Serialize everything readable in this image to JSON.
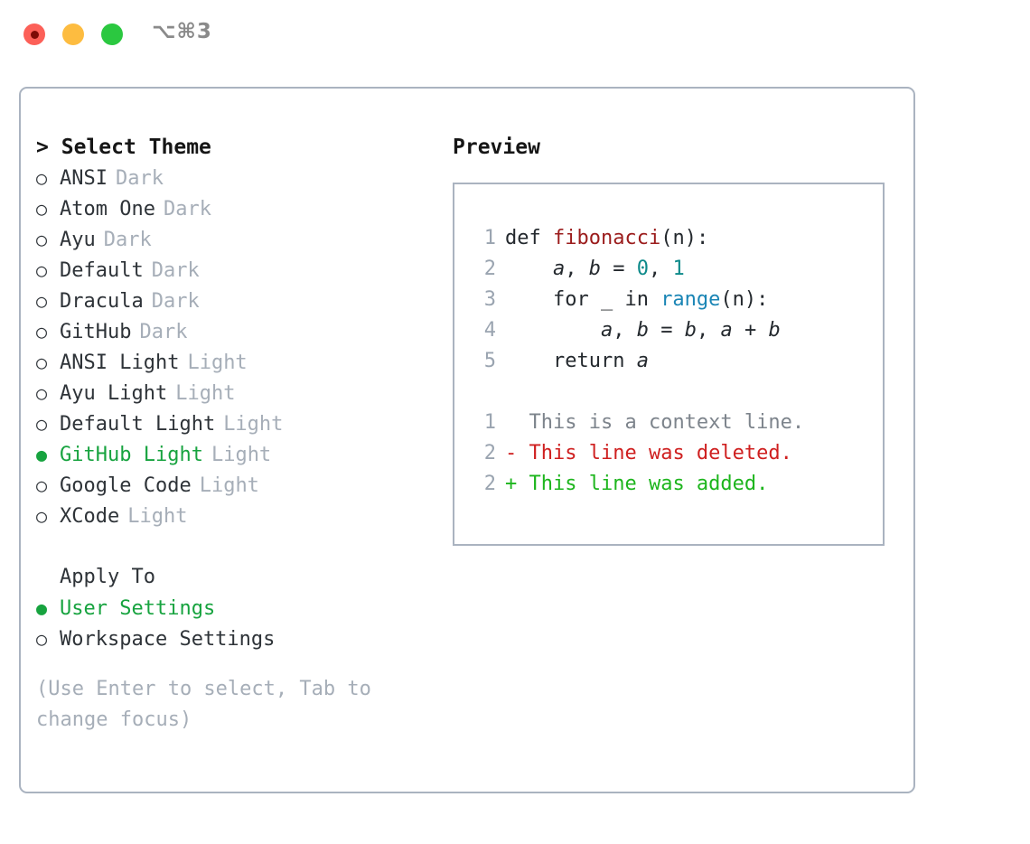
{
  "titlebar": {
    "shortcut": "⌥⌘3",
    "buttons": [
      {
        "name": "close",
        "color": "#fc6058"
      },
      {
        "name": "minimize",
        "color": "#fdbc40"
      },
      {
        "name": "zoom",
        "color": "#2bc840"
      }
    ]
  },
  "theme_panel": {
    "heading": "Select Theme",
    "caret": ">",
    "bullet_unselected": "○",
    "bullet_selected": "●",
    "accent_color": "#17a33f",
    "muted_color": "#a6aeb8",
    "items": [
      {
        "label": "ANSI",
        "kind": "Dark",
        "selected": false
      },
      {
        "label": "Atom One",
        "kind": "Dark",
        "selected": false
      },
      {
        "label": "Ayu",
        "kind": "Dark",
        "selected": false
      },
      {
        "label": "Default",
        "kind": "Dark",
        "selected": false
      },
      {
        "label": "Dracula",
        "kind": "Dark",
        "selected": false
      },
      {
        "label": "GitHub",
        "kind": "Dark",
        "selected": false
      },
      {
        "label": "ANSI Light",
        "kind": "Light",
        "selected": false
      },
      {
        "label": "Ayu Light",
        "kind": "Light",
        "selected": false
      },
      {
        "label": "Default Light",
        "kind": "Light",
        "selected": false
      },
      {
        "label": "GitHub Light",
        "kind": "Light",
        "selected": true
      },
      {
        "label": "Google Code",
        "kind": "Light",
        "selected": false
      },
      {
        "label": "XCode",
        "kind": "Light",
        "selected": false
      }
    ]
  },
  "apply_to": {
    "heading": "Apply To",
    "items": [
      {
        "label": "User Settings",
        "selected": true
      },
      {
        "label": "Workspace Settings",
        "selected": false
      }
    ]
  },
  "hint": "(Use Enter to select, Tab to change focus)",
  "preview": {
    "title": "Preview",
    "code_lines": [
      {
        "number": "1",
        "tokens": [
          {
            "text": "def ",
            "type": "plain"
          },
          {
            "text": "fibonacci",
            "type": "function"
          },
          {
            "text": "(n):",
            "type": "plain"
          }
        ]
      },
      {
        "number": "2",
        "tokens": [
          {
            "text": "    ",
            "type": "plain"
          },
          {
            "text": "a",
            "type": "var"
          },
          {
            "text": ", ",
            "type": "plain"
          },
          {
            "text": "b",
            "type": "var"
          },
          {
            "text": " = ",
            "type": "plain"
          },
          {
            "text": "0",
            "type": "number"
          },
          {
            "text": ", ",
            "type": "plain"
          },
          {
            "text": "1",
            "type": "number"
          }
        ]
      },
      {
        "number": "3",
        "tokens": [
          {
            "text": "    for _ in ",
            "type": "plain"
          },
          {
            "text": "range",
            "type": "builtin"
          },
          {
            "text": "(n):",
            "type": "plain"
          }
        ]
      },
      {
        "number": "4",
        "tokens": [
          {
            "text": "        ",
            "type": "plain"
          },
          {
            "text": "a",
            "type": "var"
          },
          {
            "text": ", ",
            "type": "plain"
          },
          {
            "text": "b",
            "type": "var"
          },
          {
            "text": " = ",
            "type": "plain"
          },
          {
            "text": "b",
            "type": "var"
          },
          {
            "text": ", ",
            "type": "plain"
          },
          {
            "text": "a",
            "type": "var"
          },
          {
            "text": " + ",
            "type": "plain"
          },
          {
            "text": "b",
            "type": "var"
          }
        ]
      },
      {
        "number": "5",
        "tokens": [
          {
            "text": "    return ",
            "type": "plain"
          },
          {
            "text": "a",
            "type": "var"
          }
        ]
      }
    ],
    "diff_lines": [
      {
        "number": "1",
        "marker": "  ",
        "text": "This is a context line.",
        "type": "context"
      },
      {
        "number": "2",
        "marker": "- ",
        "text": "This line was deleted.",
        "type": "deleted"
      },
      {
        "number": "2",
        "marker": "+ ",
        "text": "This line was added.",
        "type": "added"
      }
    ],
    "syntax_colors": {
      "function": "#9b1c1c",
      "number": "#0d8a8a",
      "builtin": "#1a85b5",
      "plain": "#24292e",
      "line_number": "#9aa4b0",
      "diff_context": "#7d848c",
      "diff_deleted": "#cf2020",
      "diff_added": "#1db51d"
    }
  }
}
